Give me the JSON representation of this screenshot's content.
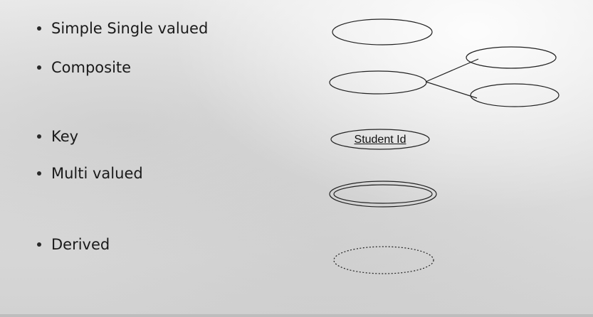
{
  "bullets": [
    "Simple Single valued",
    "Composite",
    "Key",
    "Multi valued",
    "Derived"
  ],
  "key_attribute_label": "Student Id",
  "colors": {
    "text": "#1a1a1a",
    "stroke": "#222222"
  }
}
